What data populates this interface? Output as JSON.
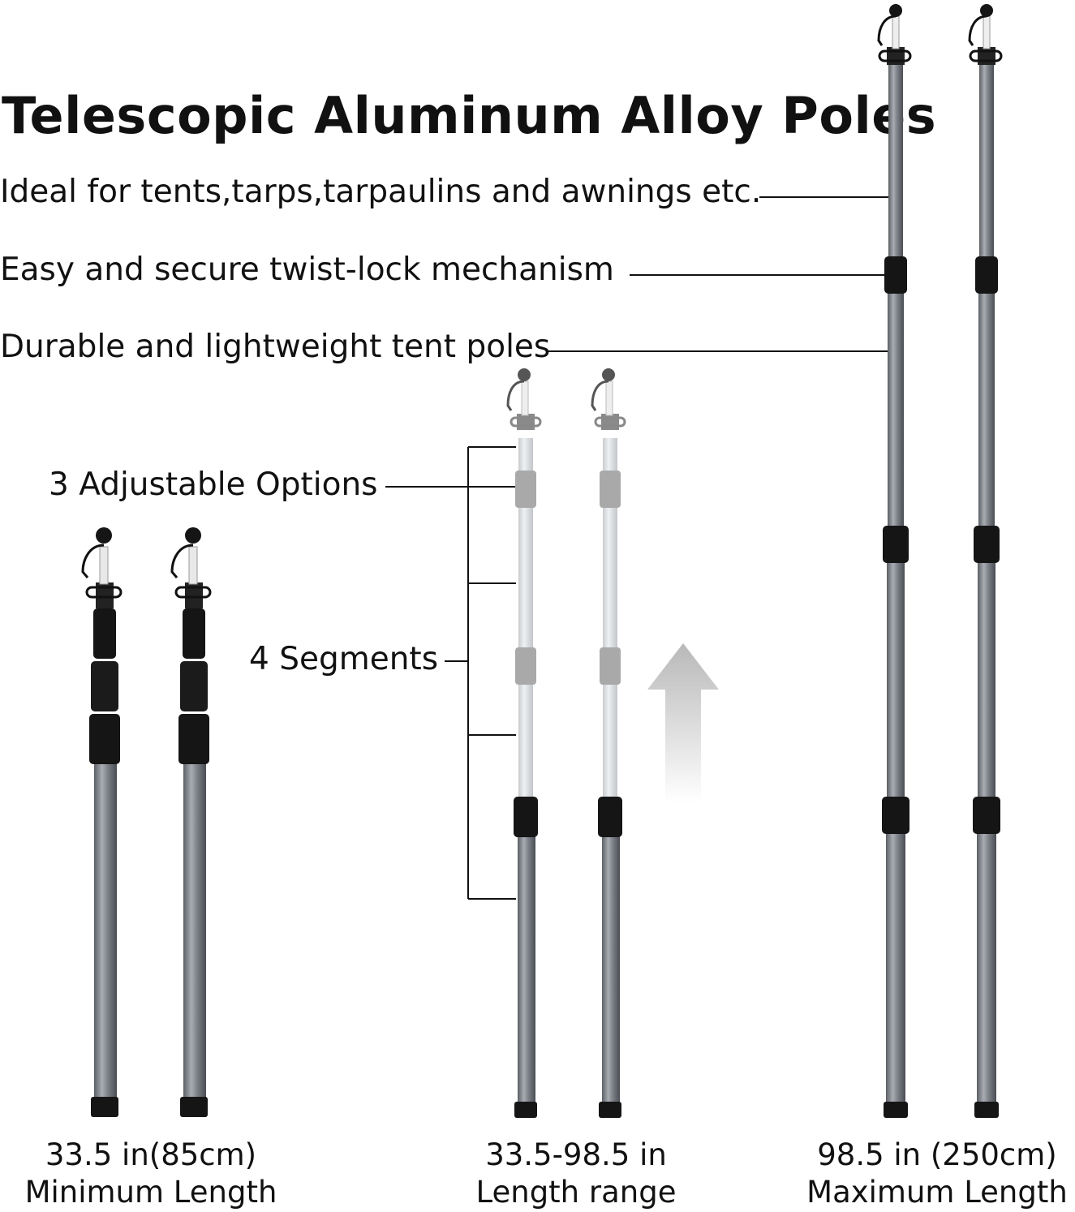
{
  "title": "Telescopic Aluminum Alloy Poles",
  "features": [
    "Ideal for tents,tarps,tarpaulins and awnings etc.",
    "Easy and secure twist-lock mechanism",
    "Durable and lightweight tent poles"
  ],
  "callouts": {
    "options": "3 Adjustable Options",
    "segments": "4 Segments"
  },
  "captions": [
    {
      "value": "33.5 in(85cm)",
      "label": "Minimum Length"
    },
    {
      "value": "33.5-98.5 in",
      "label": "Length range"
    },
    {
      "value": "98.5 in (250cm)",
      "label": "Maximum Length"
    }
  ],
  "colors": {
    "pole": "#7a7e84",
    "lock": "#151515",
    "arrow": "#b5b5b5"
  },
  "icons": [
    "extend-arrow-icon"
  ]
}
